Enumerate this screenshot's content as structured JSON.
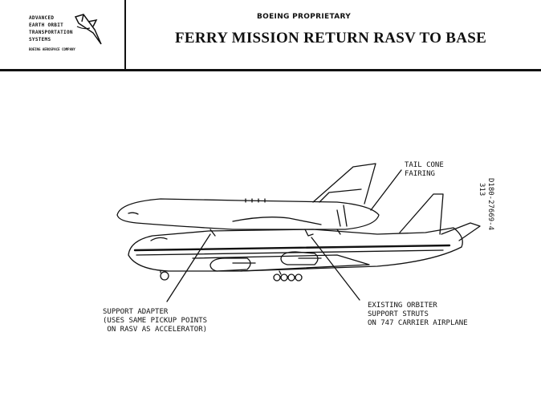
{
  "header": {
    "logo_lines": [
      "ADVANCED",
      "EARTH ORBIT",
      "TRANSPORTATION",
      "SYSTEMS"
    ],
    "logo_subtext": "BOEING AEROSPACE COMPANY",
    "proprietary": "BOEING PROPRIETARY",
    "title": "FERRY MISSION RETURN RASV TO BASE"
  },
  "doc_id": {
    "line1": "D180-27669-4",
    "line2": "313"
  },
  "labels": {
    "tail_cone": [
      "TAIL CONE",
      "FAIRING"
    ],
    "support_adapter": [
      "SUPPORT ADAPTER",
      "(USES SAME PICKUP POINTS",
      " ON RASV AS ACCELERATOR)"
    ],
    "existing_orbiter": [
      "EXISTING ORBITER",
      "SUPPORT STRUTS",
      "ON 747 CARRIER AIRPLANE"
    ]
  }
}
